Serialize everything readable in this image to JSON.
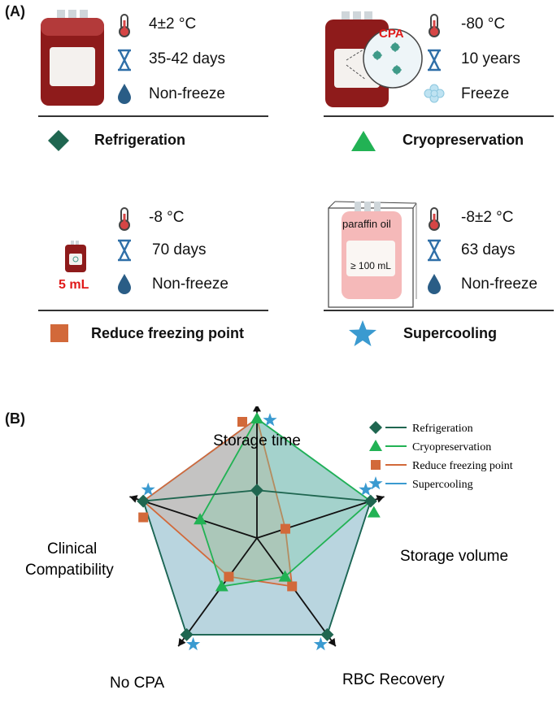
{
  "panel_a": {
    "label": "(A)",
    "cards": [
      {
        "temp": "4±2 °C",
        "time": "35-42 days",
        "state": "Non-freeze",
        "method": "Refrigeration"
      },
      {
        "temp": "-80 °C",
        "time": "10 years",
        "state": "Freeze",
        "method": "Cryopreservation",
        "badge": "CPA"
      },
      {
        "temp": "-8 °C",
        "time": "70 days",
        "state": "Non-freeze",
        "method": "Reduce freezing point",
        "volume": "5  mL"
      },
      {
        "temp": "-8±2 °C",
        "time": "63 days",
        "state": "Non-freeze",
        "method": "Supercooling",
        "bag_top": "paraffin oil",
        "bag_volume": "≥ 100 mL"
      }
    ]
  },
  "panel_b": {
    "label": "(B)"
  },
  "colors": {
    "refrigeration": "#1f6650",
    "cryopreservation": "#22b254",
    "reduce": "#d2693a",
    "supercooling": "#3a9ad0",
    "blood": "#8e1b1b",
    "thermo": "#d64545",
    "hourglass": "#2f6fa8",
    "drop": "#2a5d86"
  },
  "chart_data": {
    "type": "radar",
    "axes": [
      "Storage time",
      "Storage volume",
      "RBC Recovery",
      "No CPA",
      "Clinical\nCompatibility"
    ],
    "axis_labels": [
      "Storage time",
      "Storage volume",
      "RBC Recovery",
      "No CPA",
      "Clinical",
      "Compatibility"
    ],
    "range": [
      0,
      1
    ],
    "series": [
      {
        "name": "Refrigeration",
        "marker": "diamond",
        "values": [
          0.4,
          1.0,
          1.0,
          1.0,
          1.0
        ]
      },
      {
        "name": "Cryopreservation",
        "marker": "triangle",
        "values": [
          1.0,
          1.0,
          0.4,
          0.5,
          0.5
        ]
      },
      {
        "name": "Reduce freezing point",
        "marker": "square",
        "values": [
          1.0,
          0.25,
          0.5,
          0.4,
          1.0
        ]
      },
      {
        "name": "Supercooling",
        "marker": "star",
        "values": [
          1.0,
          1.0,
          1.0,
          1.0,
          1.0
        ]
      }
    ],
    "legend_position": "top-right"
  },
  "icons": [
    "thermometer-icon",
    "hourglass-icon",
    "water-drop-icon",
    "ice-crystal-icon",
    "blood-bag-icon"
  ]
}
